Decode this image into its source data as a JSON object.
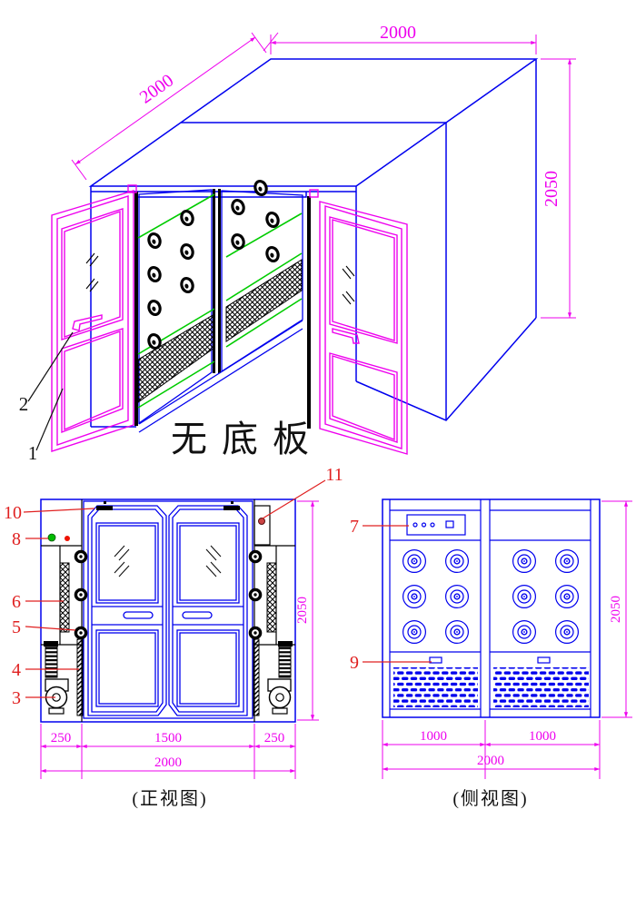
{
  "drawing_title": "air-shower-technical-drawing",
  "iso": {
    "dim_top": "2000",
    "dim_depth": "2000",
    "dim_height": "2050",
    "note": "无底板"
  },
  "front": {
    "caption": "(正视图)",
    "dim_left": "250",
    "dim_center": "1500",
    "dim_right": "250",
    "dim_total": "2000",
    "dim_height": "2050"
  },
  "side": {
    "caption": "(侧视图)",
    "dim_left": "1000",
    "dim_right": "1000",
    "dim_total": "2000",
    "dim_height": "2050"
  },
  "callouts": {
    "c1": "1",
    "c2": "2",
    "c3": "3",
    "c4": "4",
    "c5": "5",
    "c6": "6",
    "c7": "7",
    "c8": "8",
    "c9": "9",
    "c10": "10",
    "c11": "11"
  },
  "colors": {
    "line_blue": "#0000ee",
    "dim_magenta": "#ee00ee",
    "callout_red": "#e02020",
    "stripe_green": "#00cc00",
    "indicator_green": "#00bb00",
    "indicator_red": "#ee1100",
    "black": "#000000"
  }
}
